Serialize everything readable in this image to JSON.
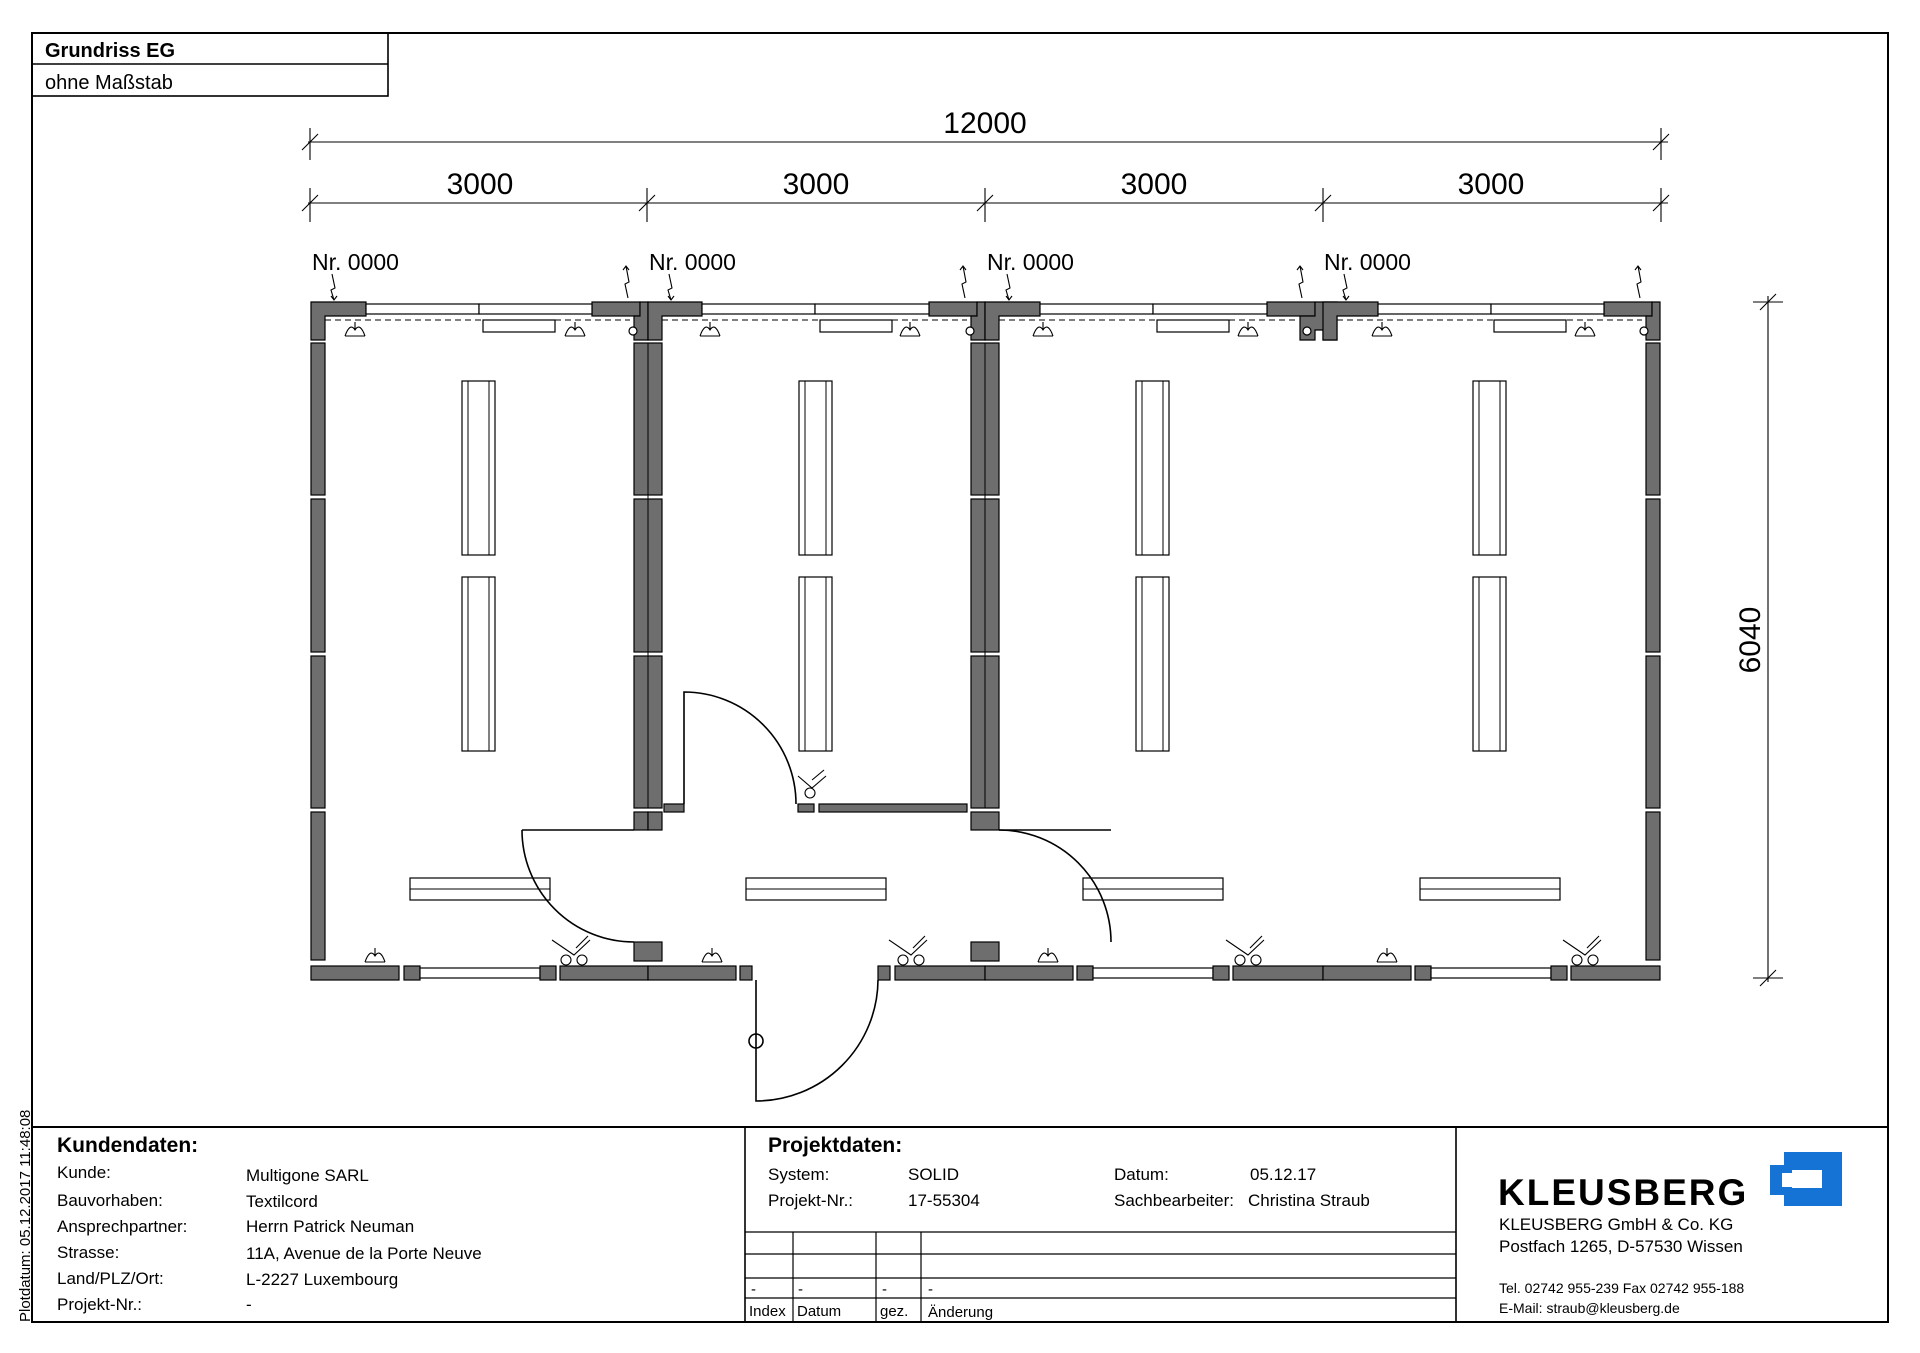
{
  "header": {
    "title": "Grundriss EG",
    "scale": "ohne Maßstab"
  },
  "dimensions": {
    "total_width": "12000",
    "segments": [
      "3000",
      "3000",
      "3000",
      "3000"
    ],
    "depth": "6040"
  },
  "modules": [
    {
      "label": "Nr. 0000"
    },
    {
      "label": "Nr. 0000"
    },
    {
      "label": "Nr. 0000"
    },
    {
      "label": "Nr. 0000"
    }
  ],
  "plot_date": "Plotdatum: 05.12.2017 11:48:08",
  "customer": {
    "heading": "Kundendaten:",
    "rows": [
      {
        "label": "Kunde:",
        "value": "Multigone SARL"
      },
      {
        "label": "Bauvorhaben:",
        "value": "Textilcord"
      },
      {
        "label": "Ansprechpartner:",
        "value": "Herrn Patrick Neuman"
      },
      {
        "label": "Strasse:",
        "value": "11A, Avenue de la Porte Neuve"
      },
      {
        "label": "Land/PLZ/Ort:",
        "value": "L-2227 Luxembourg"
      },
      {
        "label": "Projekt-Nr.:",
        "value": "-"
      }
    ]
  },
  "project": {
    "heading": "Projektdaten:",
    "system_label": "System:",
    "system_value": "SOLID",
    "nr_label": "Projekt-Nr.:",
    "nr_value": "17-55304",
    "date_label": "Datum:",
    "date_value": "05.12.17",
    "clerk_label": "Sachbearbeiter:",
    "clerk_value": "Christina Straub",
    "revision_row": [
      "-",
      "-",
      "-",
      "-"
    ],
    "revision_headers": [
      "Index",
      "Datum",
      "gez.",
      "Änderung"
    ]
  },
  "company": {
    "logo_text": "KLEUSBERG",
    "name": "KLEUSBERG GmbH & Co. KG",
    "address": "Postfach 1265, D-57530 Wissen",
    "phone": "Tel. 02742 955-239  Fax 02742 955-188",
    "email": "E-Mail: straub@kleusberg.de",
    "brand_color": "#1673d6"
  }
}
